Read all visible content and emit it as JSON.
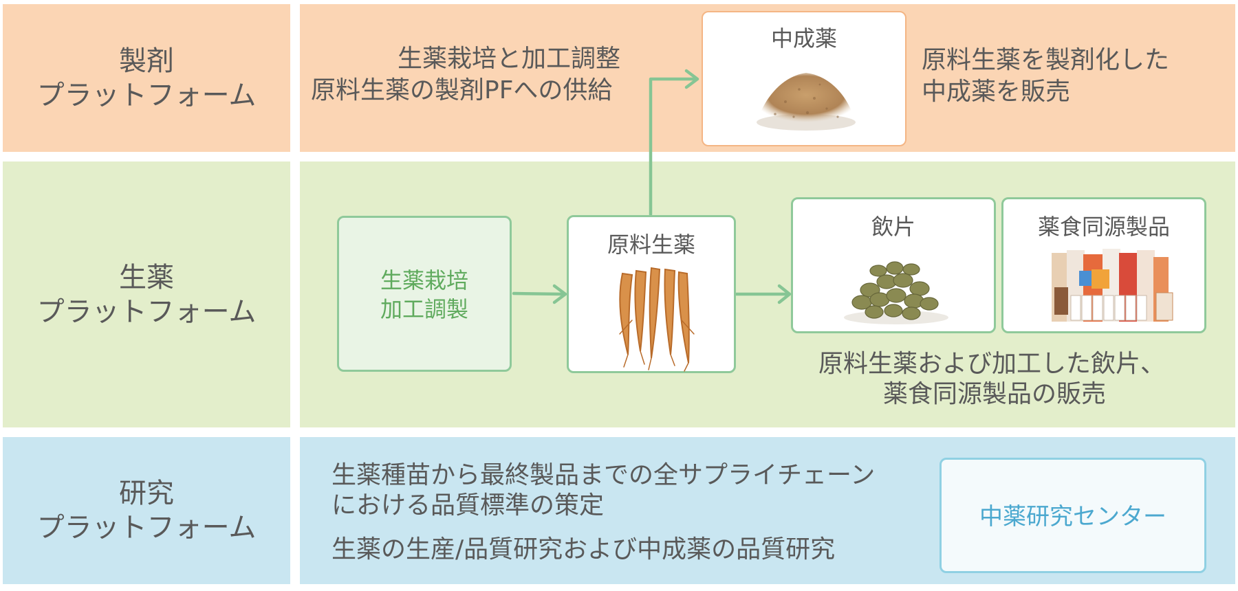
{
  "rows": {
    "formulation": {
      "label_line1": "製剤",
      "label_line2": "プラットフォーム"
    },
    "herbal": {
      "label_line1": "生薬",
      "label_line2": "プラットフォーム"
    },
    "research": {
      "label_line1": "研究",
      "label_line2": "プラットフォーム"
    }
  },
  "formulation": {
    "desc_line1": "生薬栽培と加工調整",
    "desc_line2": "原料生薬の製剤PFへの供給",
    "product_card_title": "中成薬",
    "sales_line1": "原料生薬を製剤化した",
    "sales_line2": "中成薬を販売"
  },
  "herbal": {
    "cultivation_line1": "生薬栽培",
    "cultivation_line2": "加工調製",
    "raw_card_title": "原料生薬",
    "pieces_card_title": "飲片",
    "food_card_title": "薬食同源製品",
    "sales_line1": "原料生薬および加工した飲片、",
    "sales_line2": "薬食同源製品の販売"
  },
  "research": {
    "desc_line1": "生薬種苗から最終製品までの全サプライチェーン",
    "desc_line2": "における品質標準の策定",
    "desc_line3": "生薬の生産/品質研究および中成薬の品質研究",
    "center_label": "中薬研究センター"
  },
  "colors": {
    "formulation_band": "#fbd5b4",
    "herbal_band": "#e3eecb",
    "research_band": "#c9e6f1",
    "arrow": "#86c594",
    "cultivation_text": "#5faa5d",
    "center_text": "#4ba8cf"
  }
}
